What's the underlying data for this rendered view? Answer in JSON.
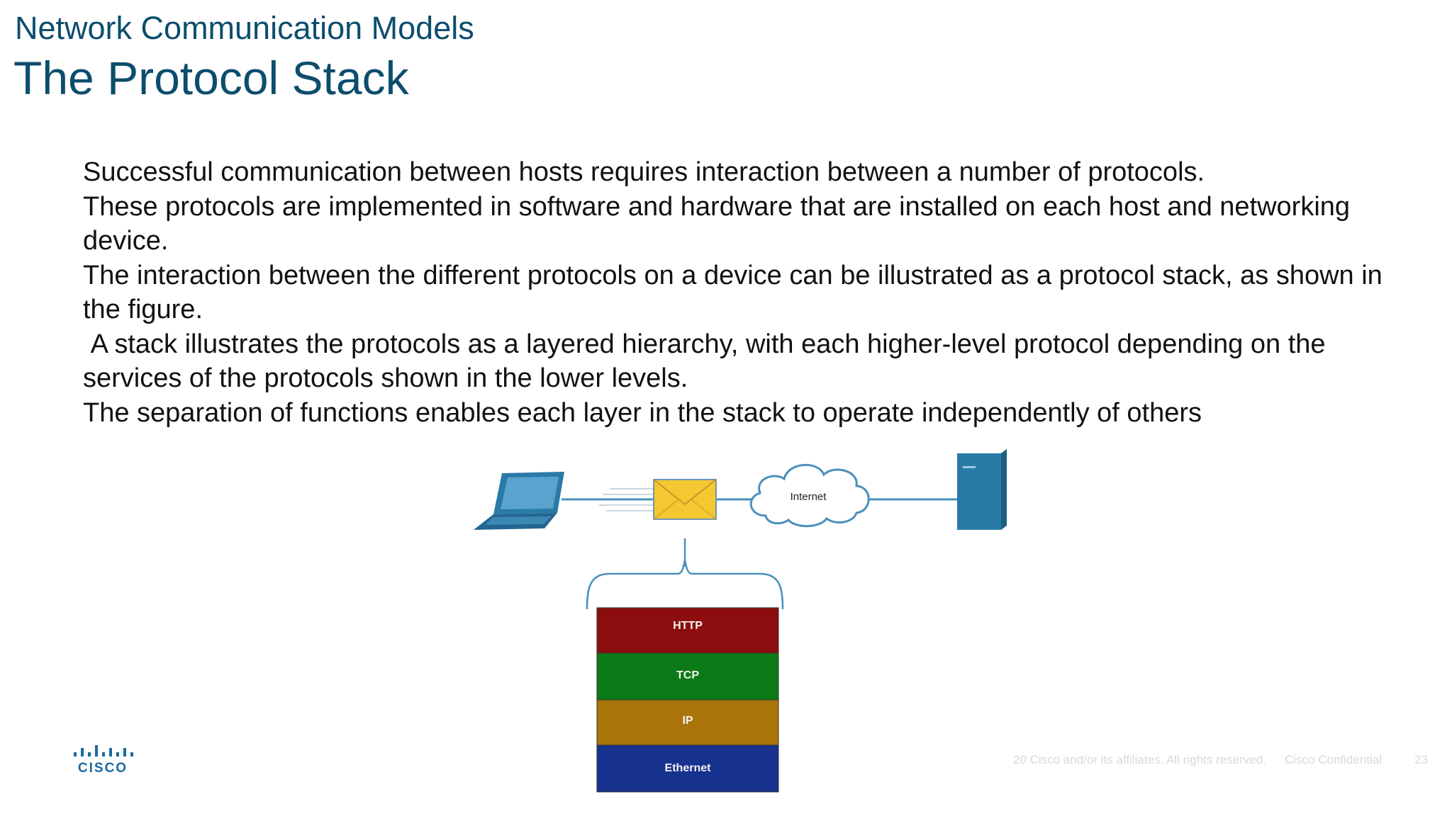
{
  "header": {
    "section_title": "Network Communication Models",
    "page_title": "The Protocol Stack"
  },
  "body": {
    "paragraphs": [
      "Successful communication between hosts requires interaction between a number of protocols.",
      "These protocols are implemented in software and hardware that are installed on each host and networking device.",
      "The interaction between the different protocols on a device can be illustrated as a protocol stack, as shown in the figure.",
      " A stack illustrates the protocols as a layered hierarchy, with each higher-level protocol depending on the services of the protocols shown in the lower levels.",
      "The separation of functions enables each layer in the stack to operate independently of others"
    ]
  },
  "figure": {
    "cloud_label": "Internet",
    "stack_layers": [
      {
        "label": "HTTP",
        "color": "#8b0d0d"
      },
      {
        "label": "TCP",
        "color": "#0c7a17"
      },
      {
        "label": "IP",
        "color": "#a9740a"
      },
      {
        "label": "Ethernet",
        "color": "#17318e"
      }
    ],
    "colors": {
      "device_blue": "#2a7aa8",
      "link_line": "#4a90bd",
      "envelope": "#f5c730"
    }
  },
  "footer": {
    "copyright": "20  Cisco and/or its affiliates. All rights reserved.",
    "classification": "Cisco Confidential",
    "page_number": "23"
  },
  "logo": {
    "wordmark": "CISCO"
  }
}
